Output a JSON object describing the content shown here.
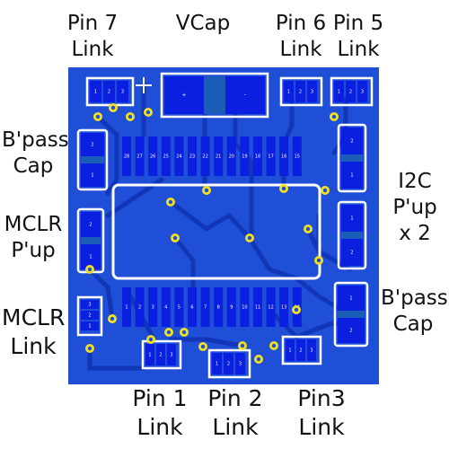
{
  "labels": {
    "pin7": [
      "Pin 7",
      "Link"
    ],
    "vcap": [
      "VCap"
    ],
    "pin6": [
      "Pin 6",
      "Link"
    ],
    "pin5": [
      "Pin 5",
      "Link"
    ],
    "bpass_left": [
      "B'pass",
      "Cap"
    ],
    "mclr_pup": [
      "MCLR",
      "P'up"
    ],
    "mclr_link": [
      "MCLR",
      "Link"
    ],
    "i2c": [
      "I2C",
      "P'up",
      "x 2"
    ],
    "bpass_right": [
      "B'pass",
      "Cap"
    ],
    "pin1": [
      "Pin 1",
      "Link"
    ],
    "pin2": [
      "Pin 2",
      "Link"
    ],
    "pin3": [
      "Pin3",
      "Link"
    ]
  },
  "pads": {
    "top_row": [
      "28",
      "27",
      "26",
      "25",
      "24",
      "23",
      "22",
      "21",
      "20",
      "19",
      "18",
      "17",
      "16",
      "15"
    ],
    "bottom_row": [
      "1",
      "2",
      "3",
      "4",
      "5",
      "6",
      "7",
      "8",
      "9",
      "10",
      "11",
      "12",
      "13",
      "14"
    ],
    "pin7_link": [
      "1",
      "2",
      "3"
    ],
    "vcap": [
      "+",
      "-"
    ],
    "pin6_link": [
      "1",
      "2",
      "3"
    ],
    "pin5_link": [
      "1",
      "2",
      "3"
    ],
    "bpass_left": [
      "2",
      "1"
    ],
    "mclr_pup": [
      "2",
      "1"
    ],
    "mclr_link": [
      "3",
      "2",
      "1"
    ],
    "i2c_upper": [
      "2",
      "1"
    ],
    "i2c_lower": [
      "1",
      "2"
    ],
    "bpass_right": [
      "1",
      "2"
    ],
    "pin1_link": [
      "1",
      "2",
      "3"
    ],
    "pin2_link": [
      "1",
      "2",
      "3"
    ],
    "pin3_link": [
      "1",
      "2",
      "3"
    ]
  },
  "colors": {
    "board": "#1f4fd6",
    "trace": "#1236b8",
    "copper_pad": "#0a1fe0",
    "silk": "#ffffff",
    "via_ring": "#f0e020",
    "via_hole": "#1f4fd6",
    "component": "#1a5cb8"
  }
}
